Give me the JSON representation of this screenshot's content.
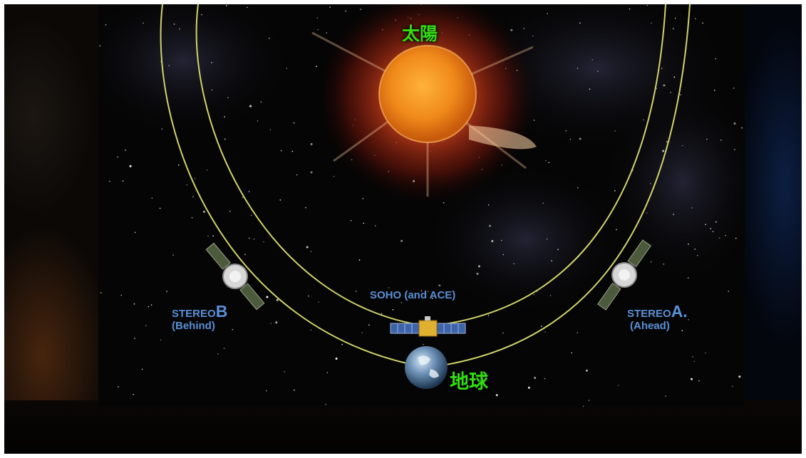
{
  "labels": {
    "sun": "太陽",
    "earth": "地球",
    "soho": "SOHO (and ACE)",
    "stereo_b": {
      "prefix": "STEREO",
      "letter": "B",
      "note": "(Behind)"
    },
    "stereo_a": {
      "prefix": "STEREO",
      "letter": "A.",
      "note": "(Ahead)"
    }
  },
  "colors": {
    "japanese_label": "#33dd11",
    "english_label": "#5a8fd6",
    "orbit": "#cfd36a",
    "sun": "#f08a1a",
    "space": "#050505"
  },
  "icons": [
    "sun-disk",
    "earth-globe",
    "satellite-stereo-b",
    "satellite-stereo-a",
    "satellite-soho"
  ]
}
